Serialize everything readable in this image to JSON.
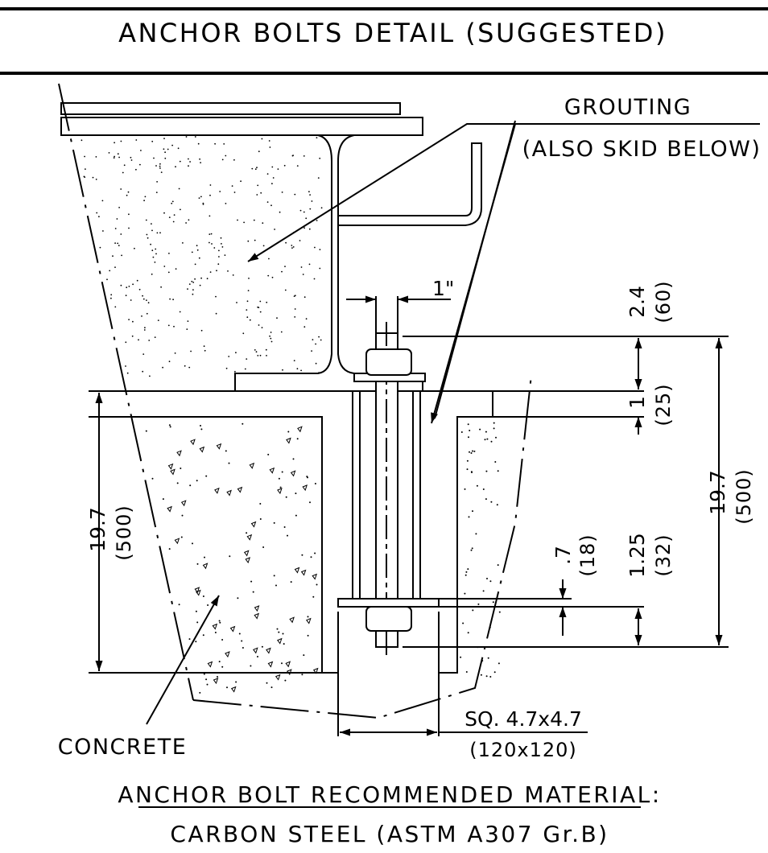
{
  "title": "ANCHOR BOLTS DETAIL (SUGGESTED)",
  "labels": {
    "grouting_line1": "GROUTING",
    "grouting_line2": "(ALSO SKID BELOW)",
    "concrete": "CONCRETE"
  },
  "dimensions": {
    "bolt_dia": "1\"",
    "top_projection": "2.4",
    "top_projection_mm": "(60)",
    "grout_thickness": "1",
    "grout_thickness_mm": "(25)",
    "embed_depth_right": "19.7",
    "embed_depth_right_mm": "(500)",
    "embed_depth_left": "19.7",
    "embed_depth_left_mm": "(500)",
    "plate_thickness": ".7",
    "plate_thickness_mm": "(18)",
    "nut_height": "1.25",
    "nut_height_mm": "(32)",
    "pocket_size": "SQ. 4.7x4.7",
    "pocket_size_mm": "(120x120)"
  },
  "notes": {
    "material_heading": "ANCHOR BOLT RECOMMENDED MATERIAL:",
    "material_spec": "CARBON STEEL (ASTM A307 Gr.B)"
  }
}
